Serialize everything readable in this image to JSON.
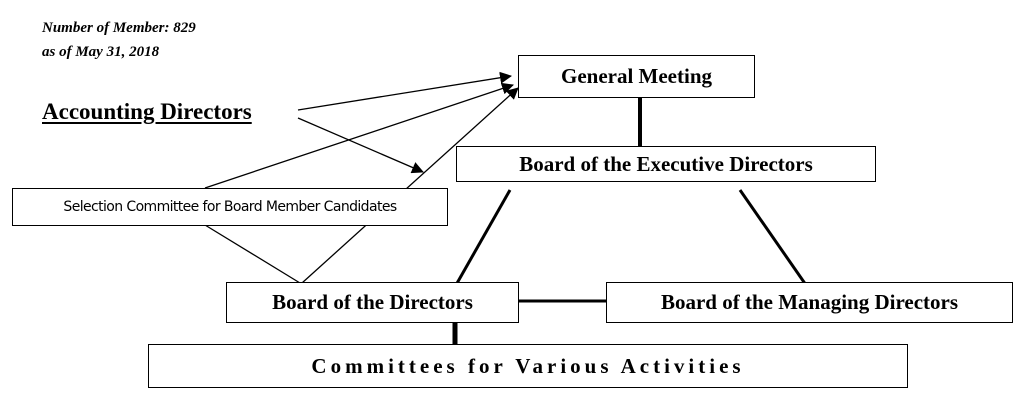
{
  "member_note": {
    "count_line": "Number of Member: 829",
    "date_line": "as of May 31, 2018"
  },
  "accounting_directors": "Accounting Directors",
  "boxes": {
    "general_meeting": "General Meeting",
    "executive_board": "Board of the Executive Directors",
    "selection_committee": "Selection Committee for Board Member Candidates",
    "board_of_directors": "Board of the Directors",
    "managing_board": "Board of the Managing Directors",
    "committees": "Committees for Various Activities"
  }
}
